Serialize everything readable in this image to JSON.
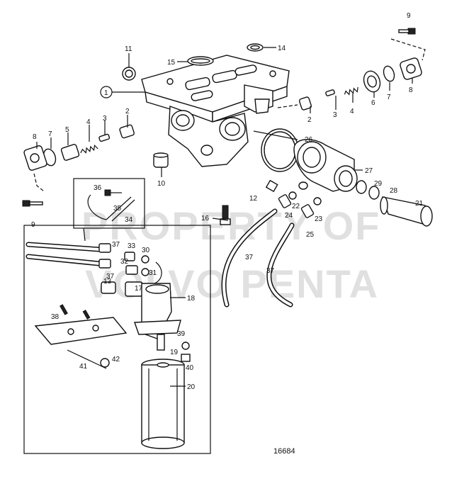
{
  "watermark": {
    "line1": "PROPERTY OF",
    "line2": "VOLVO PENTA"
  },
  "drawing_number": "16684",
  "callouts": [
    {
      "id": "c1",
      "label": "1",
      "circled": true
    },
    {
      "id": "c2a",
      "label": "2"
    },
    {
      "id": "c2b",
      "label": "2"
    },
    {
      "id": "c3a",
      "label": "3"
    },
    {
      "id": "c3b",
      "label": "3"
    },
    {
      "id": "c4a",
      "label": "4"
    },
    {
      "id": "c4b",
      "label": "4"
    },
    {
      "id": "c5",
      "label": "5"
    },
    {
      "id": "c6",
      "label": "6"
    },
    {
      "id": "c7a",
      "label": "7"
    },
    {
      "id": "c7b",
      "label": "7"
    },
    {
      "id": "c8a",
      "label": "8"
    },
    {
      "id": "c8b",
      "label": "8"
    },
    {
      "id": "c9a",
      "label": "9"
    },
    {
      "id": "c9b",
      "label": "9"
    },
    {
      "id": "c10",
      "label": "10"
    },
    {
      "id": "c11",
      "label": "11"
    },
    {
      "id": "c12",
      "label": "12"
    },
    {
      "id": "c13",
      "label": "13"
    },
    {
      "id": "c14",
      "label": "14"
    },
    {
      "id": "c15",
      "label": "15"
    },
    {
      "id": "c16",
      "label": "16"
    },
    {
      "id": "c17",
      "label": "17"
    },
    {
      "id": "c18",
      "label": "18"
    },
    {
      "id": "c19",
      "label": "19"
    },
    {
      "id": "c20",
      "label": "20"
    },
    {
      "id": "c21",
      "label": "21"
    },
    {
      "id": "c22",
      "label": "22"
    },
    {
      "id": "c23",
      "label": "23"
    },
    {
      "id": "c24",
      "label": "24"
    },
    {
      "id": "c25",
      "label": "25"
    },
    {
      "id": "c26",
      "label": "26"
    },
    {
      "id": "c27",
      "label": "27"
    },
    {
      "id": "c28",
      "label": "28"
    },
    {
      "id": "c29",
      "label": "29"
    },
    {
      "id": "c30",
      "label": "30"
    },
    {
      "id": "c31",
      "label": "31"
    },
    {
      "id": "c32",
      "label": "32"
    },
    {
      "id": "c33",
      "label": "33"
    },
    {
      "id": "c34",
      "label": "34"
    },
    {
      "id": "c35",
      "label": "35"
    },
    {
      "id": "c36",
      "label": "36"
    },
    {
      "id": "c37a",
      "label": "37"
    },
    {
      "id": "c37b",
      "label": "37"
    },
    {
      "id": "c37c",
      "label": "37"
    },
    {
      "id": "c37d",
      "label": "37"
    },
    {
      "id": "c38",
      "label": "38"
    },
    {
      "id": "c39",
      "label": "39"
    },
    {
      "id": "c40",
      "label": "40"
    },
    {
      "id": "c41",
      "label": "41"
    },
    {
      "id": "c42",
      "label": "42"
    }
  ]
}
